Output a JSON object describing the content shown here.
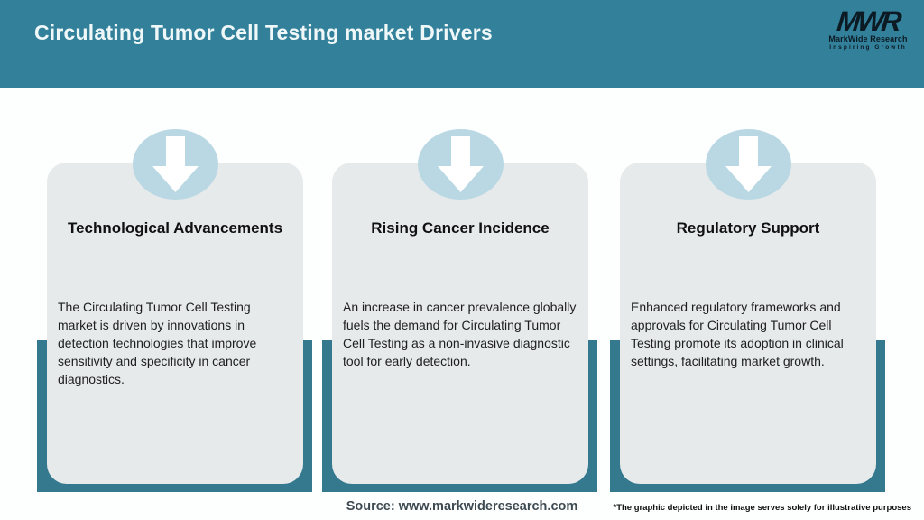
{
  "header": {
    "title": "Circulating Tumor Cell Testing market Drivers",
    "logo": {
      "monogram": "MWR",
      "company": "MarkWide Research",
      "tagline": "Inspiring Growth"
    }
  },
  "cards": [
    {
      "icon": "down-arrow",
      "title": "Technological Advancements",
      "body": "The Circulating Tumor Cell Testing market is driven by innovations in detection technologies that improve sensitivity and specificity in cancer diagnostics."
    },
    {
      "icon": "down-arrow",
      "title": "Rising Cancer Incidence",
      "body": "An increase in cancer prevalence globally fuels the demand for Circulating Tumor Cell Testing as a non-invasive diagnostic tool for early detection."
    },
    {
      "icon": "down-arrow",
      "title": "Regulatory Support",
      "body": "Enhanced regulatory frameworks and approvals for Circulating Tumor Cell Testing promote its adoption in clinical settings, facilitating market growth."
    }
  ],
  "footer": {
    "source": "Source: www.markwideresearch.com",
    "disclaimer": "*The graphic depicted in the image serves solely for illustrative purposes"
  },
  "colors": {
    "header_bg": "#32809a",
    "band_teal": "#35798e",
    "icon_circle": "#b9d8e4",
    "arrow": "#ffffff",
    "card_bg": "#e7eaeb",
    "header_text": "#eff7f8",
    "body_text": "#1e1e1e",
    "logo_text": "#0c1a24"
  }
}
